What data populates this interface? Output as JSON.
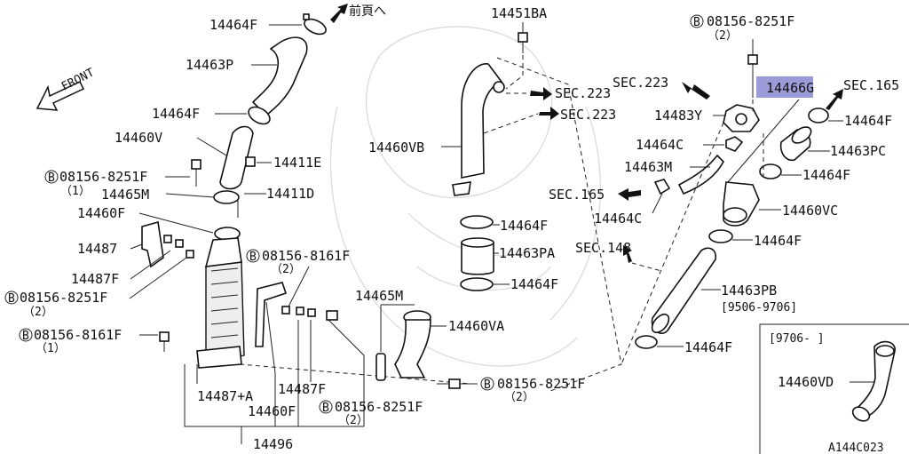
{
  "labels": {
    "p14464F_top": "14464F",
    "maepeji": "前頁へ",
    "front": "FRONT",
    "p14463P": "14463P",
    "p14464F_2": "14464F",
    "p14460V": "14460V",
    "b1_code": "08156-8251F",
    "b1_qty": "（1）",
    "p14411E": "14411E",
    "p14465M": "14465M",
    "p14411D": "14411D",
    "p14460F": "14460F",
    "p14487": "14487",
    "p14487F": "14487F",
    "b2_code": "08156-8251F",
    "b2_qty": "（2）",
    "b3_code": "08156-8161F",
    "b3_qty": "（1）",
    "b4_code": "08156-8161F",
    "b4_qty": "（2）",
    "p14487A": "14487+A",
    "p14487F_2": "14487F",
    "p14460F_2": "14460F",
    "b5_code": "08156-8251F",
    "b5_qty": "（2）",
    "p14496": "14496",
    "p14451BA": "14451BA",
    "sec223_a": "SEC.223",
    "sec223_b": "SEC.223",
    "p14460VB": "14460VB",
    "p14464F_3": "14464F",
    "p14463PA": "14463PA",
    "p14464F_4": "14464F",
    "p14465M_2": "14465M",
    "p14460VA": "14460VA",
    "b6_code": "08156-8251F",
    "b6_qty": "（2）",
    "b7_code": "08156-8251F",
    "b7_qty": "（2）",
    "sec223_c": "SEC.223",
    "p14466G": "14466G",
    "sec165_a": "SEC.165",
    "p14483Y": "14483Y",
    "p14464F_5": "14464F",
    "p14464C": "14464C",
    "p14463PC": "14463PC",
    "p14463M": "14463M",
    "p14464F_6": "14464F",
    "sec165_b": "SEC.165",
    "p14464C_2": "14464C",
    "p14460VC": "14460VC",
    "p14464F_7": "14464F",
    "sec148": "SEC.148",
    "p14463PB": "14463PB",
    "pb_range": "[9506-9706]",
    "p14464F_8": "14464F",
    "inset_range": "[9706-     ]",
    "p14460VD": "14460VD",
    "diagram_id": "A144C023",
    "bolt_mark": "B"
  },
  "highlight_color": "#9b9bd8"
}
